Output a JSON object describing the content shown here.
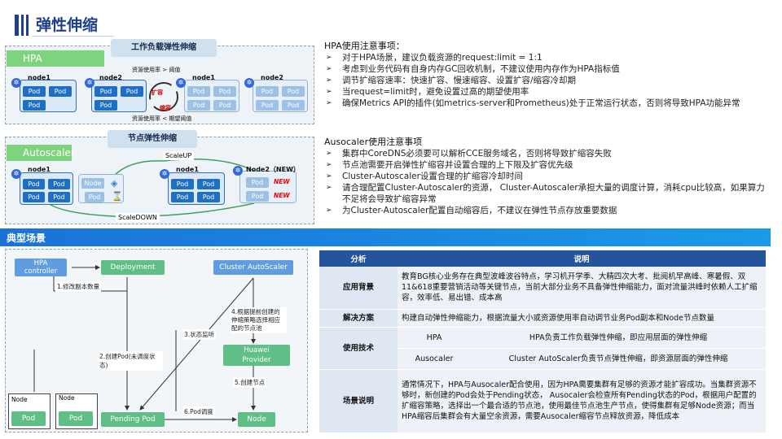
{
  "header": {
    "title": "弹性伸缩"
  },
  "hpa_diagram": {
    "top_label": "工作负载弹性伸缩",
    "tag": "HPA",
    "above_label": "资源使用率 > 阈值",
    "below_label": "资源使用率 < 期望阈值",
    "expand": "扩容",
    "shrink": "缩容",
    "nodes": [
      "node1",
      "node2",
      "node1",
      "node2"
    ],
    "pod": "Pod"
  },
  "ca_diagram": {
    "top_label": "节点弹性伸缩",
    "tag": "Autoscaler",
    "scale_up": "ScaleUP",
    "scale_down": "ScaleDOWN",
    "node1": "node1",
    "node1b": "node1",
    "node2_new": "Node2（NEW）",
    "new_text": "NEW",
    "node_text": "Node",
    "pod": "Pod"
  },
  "hpa_notes": {
    "title": "HPA使用注意事项：",
    "items": [
      "对于HPA场景，建议负载资源的request:limit = 1:1",
      "考虑到业务代码有自身内存GC回收机制，不建议使用内存作为HPA指标值",
      "调节扩缩容速率：快速扩容、慢速缩容、设置扩容/缩容冷却期",
      "当request=limit时，避免设置过高的期望使用率",
      "确保Metrics API的插件(如metrics-server和Prometheus)处于正常运行状态，否则将导致HPA功能异常"
    ]
  },
  "ca_notes": {
    "title": "Ausocaler使用注意事项",
    "items": [
      "集群中CoreDNS必须要可以解析CCE服务域名，否则将导致扩缩容失败",
      "节点池需要开启弹性扩缩容并设置合理的上下限及扩容优先级",
      "Cluster-Autoscaler设置合理的扩缩容冷却时间",
      "请合理配置Cluster-Autoscaler的资源， Cluster-Autoscaler承担大量的调度计算，消耗cpu比较高，如果算力不足将会导致扩缩容异常",
      "为Cluster-Autoscaler配置自动缩容后，不建议在弹性节点存放重要数据"
    ]
  },
  "section": {
    "title": "典型场景"
  },
  "flow": {
    "hpa_controller": "HPA\ncontroller",
    "deployment": "Deployment",
    "cluster_autoscaler": "Cluster AutoScaler",
    "huawei_provider": "Huawei\nProvider",
    "pending_pod": "Pending Pod",
    "node": "Node",
    "node_label": "Node",
    "pod": "Pod",
    "step1": "1.修改副本数量",
    "step2": "2.创建Pod(未调度状态)",
    "step3": "3.状态监听",
    "step4": "4.根据提前创建的伸缩策略选择相应配的节点池",
    "step5": "5.创建节点",
    "step6": "6.Pod调度"
  },
  "table": {
    "col1": "分析",
    "col2": "说明",
    "rows": [
      {
        "label": "应用背景",
        "text": "教育BG核心业务存在典型波峰波谷特点，学习机开学季、大精四次大考、批阅机早高峰、寒暑假、双11&618重要营销活动等关键节点，当前大部分业务不具备弹性伸缩能力，面对流量洪峰时依赖人工扩缩容，效率低、易出错、成本高"
      },
      {
        "label": "解决方案",
        "text": "构建自动弹性伸缩能力，根据流量大小或资源使用率自动调节业务Pod副本和Node节点数量"
      },
      {
        "label": "使用技术",
        "sub": [
          {
            "name": "HPA",
            "desc": "HPA负责工作负载弹性伸缩，即应用层面的弹性伸缩"
          },
          {
            "name": "Ausocaler",
            "desc": "Cluster AutoScaler负责节点弹性伸缩，即资源层面的弹性伸缩"
          }
        ]
      },
      {
        "label": "场景说明",
        "text": "通常情况下，HPA与Ausocaler配合使用，因为HPA需要集群有足够的资源才能扩容成功。当集群资源不够时，新创建的Pod会处于Pending状态， Ausocaler会检查所有Pending状态的Pod，根据用户配置的扩缩容策略，选择出一个最合适的节点池，使用最佳节点池生产节点，使得集群有足够Node资源；而当HPA缩容后集群会有大量空余资源，需要Ausocaler缩容节点释放资源，降低成本"
      }
    ]
  },
  "colors": {
    "brand": "#1f3e8c",
    "accent": "#1a72d8",
    "pod": "#1f6fc5",
    "green": "#5fbf86"
  }
}
